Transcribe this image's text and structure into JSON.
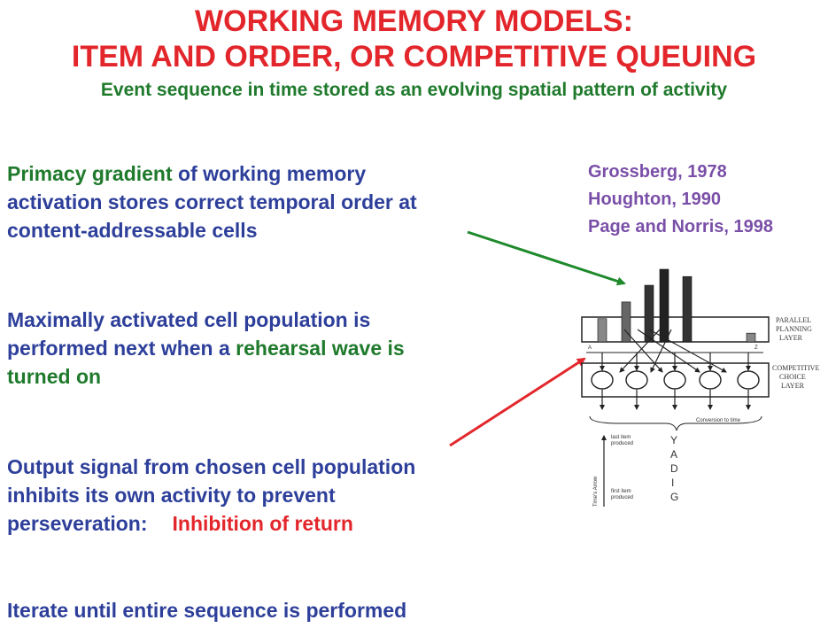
{
  "title": {
    "line1": "WORKING MEMORY MODELS:",
    "line2": "ITEM AND ORDER, OR COMPETITIVE QUEUING",
    "subtitle": "Event sequence in time stored as an evolving spatial pattern of activity"
  },
  "paragraphs": {
    "p1": {
      "highlight": "Primacy gradient",
      "line1_rest": " of working memory",
      "line2": "activation stores correct temporal order at",
      "line3": "content-addressable cells"
    },
    "p2": {
      "line1": "Maximally activated cell population is",
      "line2_pre": "performed next when a ",
      "line2_highlight": "rehearsal wave is",
      "line3_highlight": "turned on"
    },
    "p3": {
      "line1": "Output signal from chosen cell population",
      "line2": "inhibits its own activity to prevent",
      "line3_pre": "perseveration:",
      "line3_highlight": "Inhibition of return"
    },
    "p4": {
      "line1": "Iterate until entire sequence is performed"
    }
  },
  "references": [
    "Grossberg, 1978",
    "Houghton, 1990",
    "Page and Norris, 1998"
  ],
  "diagram": {
    "layer_top": [
      "PARALLEL",
      "PLANNING",
      "LAYER"
    ],
    "layer_bottom": [
      "COMPETITIVE",
      "CHOICE",
      "LAYER"
    ],
    "conversion_label": "Conversion to time",
    "time_axis_label": "Time's Arrow",
    "last_item": [
      "last item",
      "produced"
    ],
    "first_item": [
      "first item",
      "produced"
    ],
    "sequence_letters": [
      "Y",
      "A",
      "D",
      "I",
      "G"
    ],
    "node_label_left": "A",
    "node_label_right": "Z",
    "activation_levels": [
      0.32,
      0.55,
      0.78,
      1.0,
      0.9,
      0.12
    ]
  },
  "colors": {
    "title": "#e3262b",
    "green": "#1f7a2c",
    "blue": "#2d3f9a",
    "purple": "#7a4fa8",
    "red_arrow": "#e3262b",
    "green_arrow": "#1f8a2c"
  }
}
